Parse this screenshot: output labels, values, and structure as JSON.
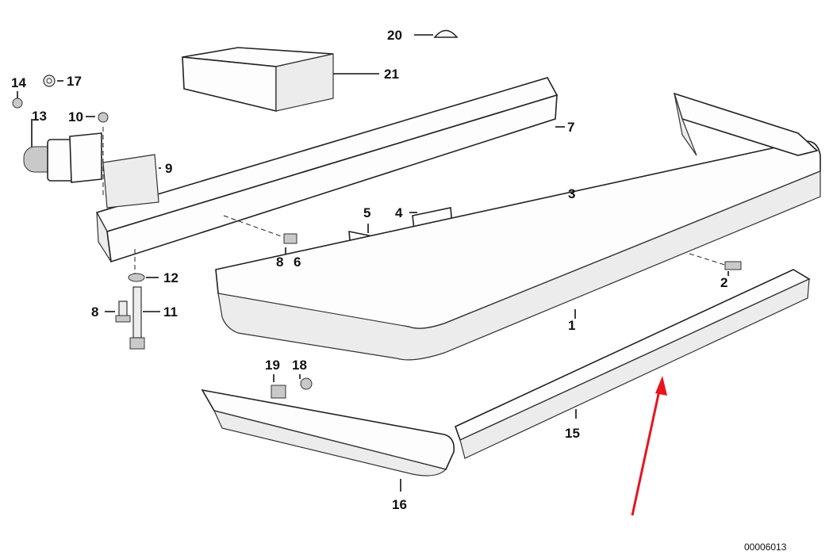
{
  "diagram": {
    "reference_number": "00006013",
    "callouts": {
      "c1": "1",
      "c2": "2",
      "c3": "3",
      "c4": "4",
      "c5": "5",
      "c6": "6",
      "c7": "7",
      "c8a": "8",
      "c8b": "8",
      "c9": "9",
      "c10": "10",
      "c11": "11",
      "c12": "12",
      "c13": "13",
      "c14": "14",
      "c15": "15",
      "c16": "16",
      "c17": "17",
      "c18": "18",
      "c19": "19",
      "c20": "20",
      "c21": "21"
    },
    "arrow_color": "#e8141c"
  }
}
